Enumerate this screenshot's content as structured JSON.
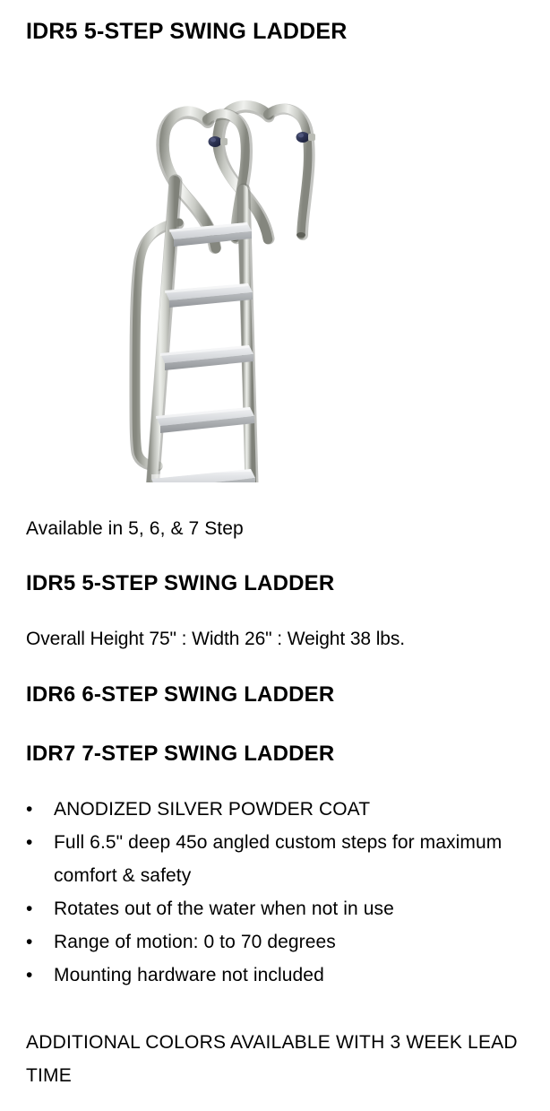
{
  "page": {
    "background_color": "#ffffff",
    "text_color": "#000000"
  },
  "header": {
    "title": "IDR5 5-STEP SWING LADDER"
  },
  "product_image": {
    "alt": "IDR5 aluminum 5-step swing ladder with dual curved handrails",
    "icon_name": "swing-ladder-photo",
    "colors": {
      "aluminum_light": "#e3e4e2",
      "aluminum_mid": "#c2c3bf",
      "aluminum_dark": "#9a9b95",
      "aluminum_shadow": "#7e8079",
      "step_face": "#dcdee0",
      "step_edge": "#b4b7ba",
      "knob_navy": "#2a3050",
      "background": "#ffffff"
    },
    "step_count": 5
  },
  "details": {
    "availability": "Available in 5, 6, & 7 Step",
    "model_idr5_heading": "IDR5 5-STEP SWING LADDER",
    "specs": "Overall Height 75\" : Width 26\" : Weight 38 lbs.",
    "model_idr6_heading": "IDR6 6-STEP SWING LADDER",
    "model_idr7_heading": "IDR7 7-STEP SWING LADDER"
  },
  "features": {
    "bullet_glyph": "•",
    "items": [
      "ANODIZED SILVER POWDER COAT",
      "Full 6.5\" deep 45o angled custom steps for maximum comfort & safety",
      "Rotates out of the water when not in use",
      "Range of motion: 0 to 70 degrees",
      "Mounting hardware not included"
    ]
  },
  "footer": {
    "note": "ADDITIONAL COLORS AVAILABLE WITH 3 WEEK LEAD TIME"
  }
}
